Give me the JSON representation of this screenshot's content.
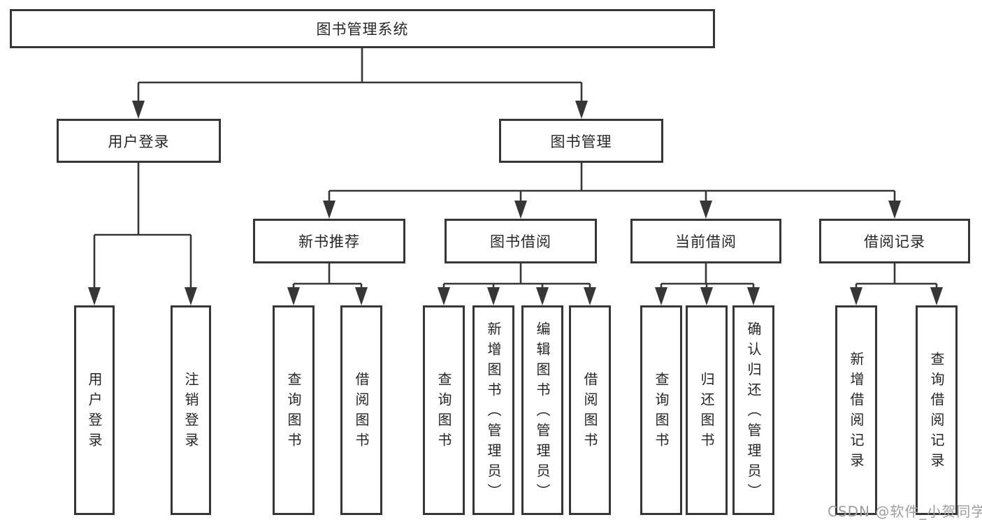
{
  "diagram": {
    "root": {
      "label": "图书管理系统"
    },
    "user_login": {
      "label": "用户登录",
      "children": [
        {
          "label": "用户登录"
        },
        {
          "label": "注销登录"
        }
      ]
    },
    "book_management": {
      "label": "图书管理",
      "children": [
        {
          "label": "新书推荐",
          "children": [
            {
              "label": "查询图书"
            },
            {
              "label": "借阅图书"
            }
          ]
        },
        {
          "label": "图书借阅",
          "children": [
            {
              "label": "查询图书"
            },
            {
              "label": "新增图书（管理员）"
            },
            {
              "label": "编辑图书（管理员）"
            },
            {
              "label": "借阅图书"
            }
          ]
        },
        {
          "label": "当前借阅",
          "children": [
            {
              "label": "查询图书"
            },
            {
              "label": "归还图书"
            },
            {
              "label": "确认归还（管理员）"
            }
          ]
        },
        {
          "label": "借阅记录",
          "children": [
            {
              "label": "新增借阅记录"
            },
            {
              "label": "查询借阅记录"
            }
          ]
        }
      ]
    },
    "watermark": "CSDN @软件_小贺同学",
    "colors": {
      "line": "#363636",
      "text": "#262626",
      "background": "#ffffff",
      "watermark": "#9e9e9e"
    }
  }
}
